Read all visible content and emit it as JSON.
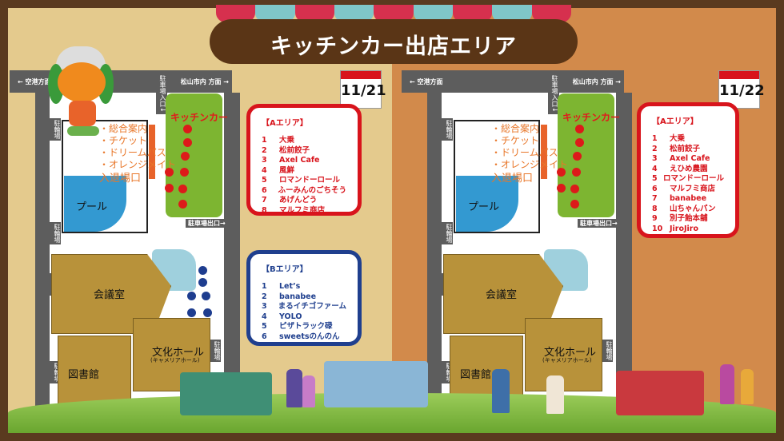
{
  "title": "キッチンカー出店エリア",
  "colors": {
    "frame": "#5a3a1f",
    "left_bg": "#e4ca8d",
    "right_bg": "#d28a4b",
    "a_area": "#d8141c",
    "b_area": "#1f3f8e",
    "kitchen_zone": "#7db531",
    "pool": "#3399d1"
  },
  "days": [
    {
      "date": "11/21",
      "road_left": "← 空港方面",
      "road_right": "松山市内 方面 →",
      "parking_entrance": "駐車場入口↓",
      "parking_exit": "駐車場出口→",
      "bicycle_parking": "駐輪場",
      "kitchen_car": "キッチンカー",
      "info": [
        "・総合案内",
        "・チケット",
        "・ドリームパス",
        "・オレンジメイト"
      ],
      "entrance": "入退場口",
      "pool": "プール",
      "meeting_room": "会議室",
      "library": "図書館",
      "hall": "文化ホール",
      "hall_sub": "(キャメリアホール)",
      "a_area": {
        "heading": "【Aエリア】",
        "items": [
          {
            "n": "1",
            "name": "大乗"
          },
          {
            "n": "2",
            "name": "松前餃子"
          },
          {
            "n": "3",
            "name": "Axel Cafe"
          },
          {
            "n": "4",
            "name": "風鮮"
          },
          {
            "n": "5",
            "name": "ロマンドーロール"
          },
          {
            "n": "6",
            "name": "ふーみんのごちそう"
          },
          {
            "n": "7",
            "name": "あげんどう"
          },
          {
            "n": "8",
            "name": "マルフミ商店"
          }
        ]
      }
    },
    {
      "date": "11/22",
      "road_left": "← 空港方面",
      "road_right": "松山市内 方面 →",
      "parking_entrance": "駐車場入口↓",
      "parking_exit": "駐車場出口→",
      "bicycle_parking": "駐輪場",
      "kitchen_car": "キッチンカー",
      "info": [
        "・総合案内",
        "・チケット",
        "・ドリームパス",
        "・オレンジメイト"
      ],
      "entrance": "入退場口",
      "pool": "プール",
      "meeting_room": "会議室",
      "library": "図書館",
      "hall": "文化ホール",
      "hall_sub": "(キャメリアホール)",
      "a_area": {
        "heading": "【Aエリア】",
        "items": [
          {
            "n": "1",
            "name": "大乗"
          },
          {
            "n": "2",
            "name": "松前餃子"
          },
          {
            "n": "3",
            "name": "Axel Cafe"
          },
          {
            "n": "4",
            "name": "えひめ農園"
          },
          {
            "n": "5",
            "name": "ロマンドーロール"
          },
          {
            "n": "6",
            "name": "マルフミ商店"
          },
          {
            "n": "7",
            "name": "banabee"
          },
          {
            "n": "8",
            "name": "山ちゃんパン"
          },
          {
            "n": "9",
            "name": "別子飴本舗"
          },
          {
            "n": "10",
            "name": "JiroJiro"
          }
        ]
      }
    }
  ],
  "b_area": {
    "heading": "【Bエリア】",
    "items": [
      {
        "n": "1",
        "name": "Let’s"
      },
      {
        "n": "2",
        "name": "banabee"
      },
      {
        "n": "3",
        "name": "まるイチゴファーム"
      },
      {
        "n": "4",
        "name": "YOLO"
      },
      {
        "n": "5",
        "name": "ピザトラック碌"
      },
      {
        "n": "6",
        "name": "sweetsのんのん"
      }
    ]
  }
}
